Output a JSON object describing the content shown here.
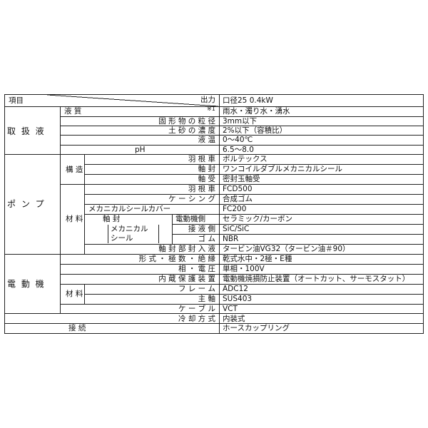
{
  "header": {
    "item": "項目",
    "output": "出力",
    "value": "口径25  0.4kW"
  },
  "groups": {
    "liquid": "取 扱 液",
    "pump": "ポ ン プ",
    "motor": "電 動 機"
  },
  "subgroups": {
    "structure": "構 造",
    "material": "材 料",
    "motor_material": "材 料",
    "seal_box": "メカニカル シール"
  },
  "rows": {
    "liquid_quality": {
      "label": "液 質",
      "note": "※1",
      "value": "雨水・濁り水・湧水"
    },
    "solid_size": {
      "label": "固 形 物 の 粒 径",
      "value": "3mm以下"
    },
    "sand_conc": {
      "label": "土 砂 の 濃 度",
      "value": "2%以下（容積比）"
    },
    "liquid_temp": {
      "label": "液 温",
      "value": "0～40℃"
    },
    "ph": {
      "label": "pH",
      "value": "6.5～8.0"
    },
    "impeller_type": {
      "label": "羽 根 車",
      "value": "ボルテックス"
    },
    "shaft_seal": {
      "label": "軸 封",
      "value": "ワンコイルダブルメカニカルシール"
    },
    "bearing": {
      "label": "軸 受",
      "value": "密封玉軸受"
    },
    "impeller_mat": {
      "label": "羽 根 車",
      "value": "FCD500"
    },
    "casing": {
      "label": "ケ ー シ ン グ",
      "value": "合成ゴム"
    },
    "seal_cover": {
      "label": "メカニカルシールカバー",
      "value": "FC200"
    },
    "shaft_seal_mat": {
      "label": "軸 封"
    },
    "motor_side": {
      "label": "電動機側",
      "value": "セラミック/カーボン"
    },
    "liquid_side": {
      "label": "接 液 側",
      "value": "SiC/SiC"
    },
    "rubber": {
      "label": "ゴ ム",
      "value": "NBR"
    },
    "seal_oil": {
      "label": "軸 封 部 封 入 液",
      "value": "タービン油VG32（タービン油＃90）"
    },
    "form": {
      "label": "形 式 ・ 極 数 ・ 絶 縁",
      "value": "乾式水中・2極・E種"
    },
    "phase": {
      "label": "相 ・ 電 圧",
      "value": "単相・100V"
    },
    "protection": {
      "label": "内 蔵 保 護 装 置",
      "value": "電動機焼損防止装置（オートカット、サーモスタット）"
    },
    "frame": {
      "label": "フ レ ー ム",
      "value": "ADC12"
    },
    "motor_shaft": {
      "label": "主 軸",
      "value": "SUS403"
    },
    "cable": {
      "label": "ケ ー ブ ル",
      "value": "VCT"
    },
    "cooling": {
      "label": "冷 却 方 式",
      "value": "内装式"
    },
    "connection": {
      "label": "接 続",
      "value": "ホースカップリング"
    }
  }
}
